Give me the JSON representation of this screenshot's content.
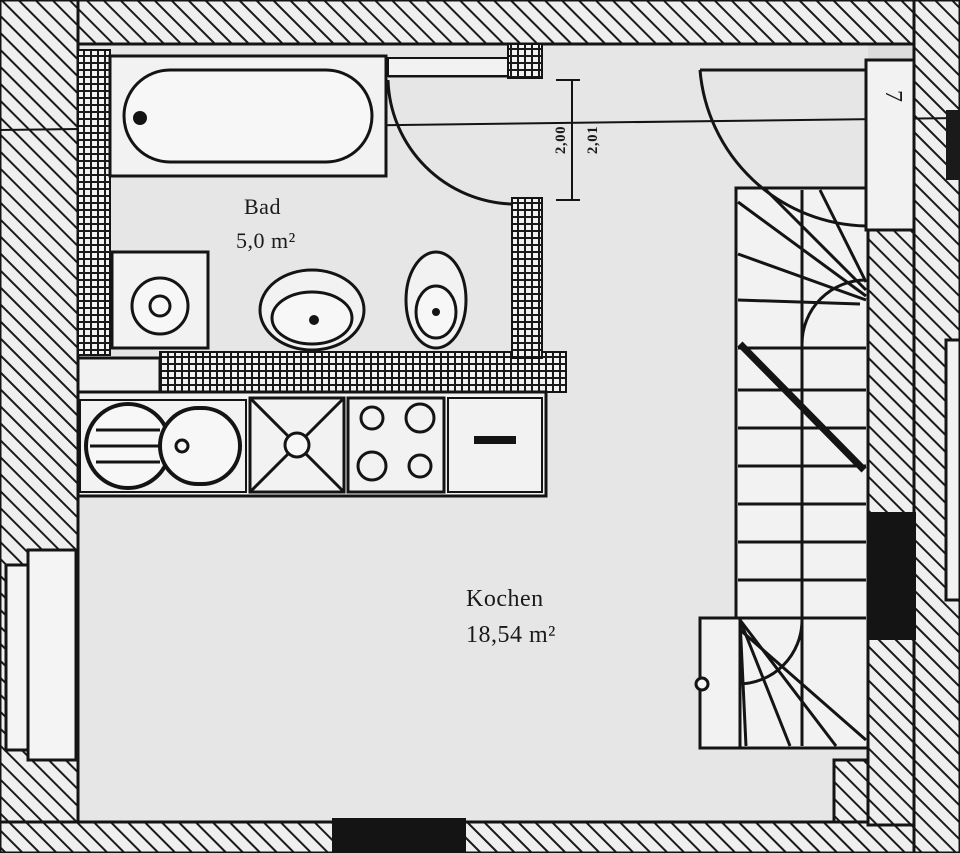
{
  "rooms": [
    {
      "name": "Bad",
      "area": "5,0 m²"
    },
    {
      "name": "Kochen",
      "area": "18,54 m²"
    }
  ],
  "dimension_label": {
    "line1": "2,00",
    "line2": "2,01"
  },
  "corner_mark": "7",
  "colors": {
    "paper": "#dcdcdc",
    "ink": "#141414",
    "wall_fill": "#efefef",
    "floor": "#e6e6e6"
  }
}
